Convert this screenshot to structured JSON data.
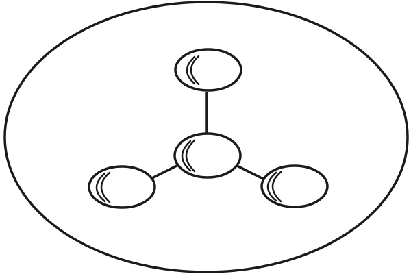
{
  "diagram": {
    "kind": "molecular-structure",
    "center_atom": {
      "id": "center"
    },
    "outer_atoms": [
      {
        "id": "top"
      },
      {
        "id": "bottom-left"
      },
      {
        "id": "bottom-right"
      }
    ],
    "bonds": [
      {
        "from": "center",
        "to": "top"
      },
      {
        "from": "center",
        "to": "bottom-left"
      },
      {
        "from": "center",
        "to": "bottom-right"
      }
    ],
    "colors": {
      "line": "#1a1a1a",
      "background": "#ffffff"
    }
  }
}
